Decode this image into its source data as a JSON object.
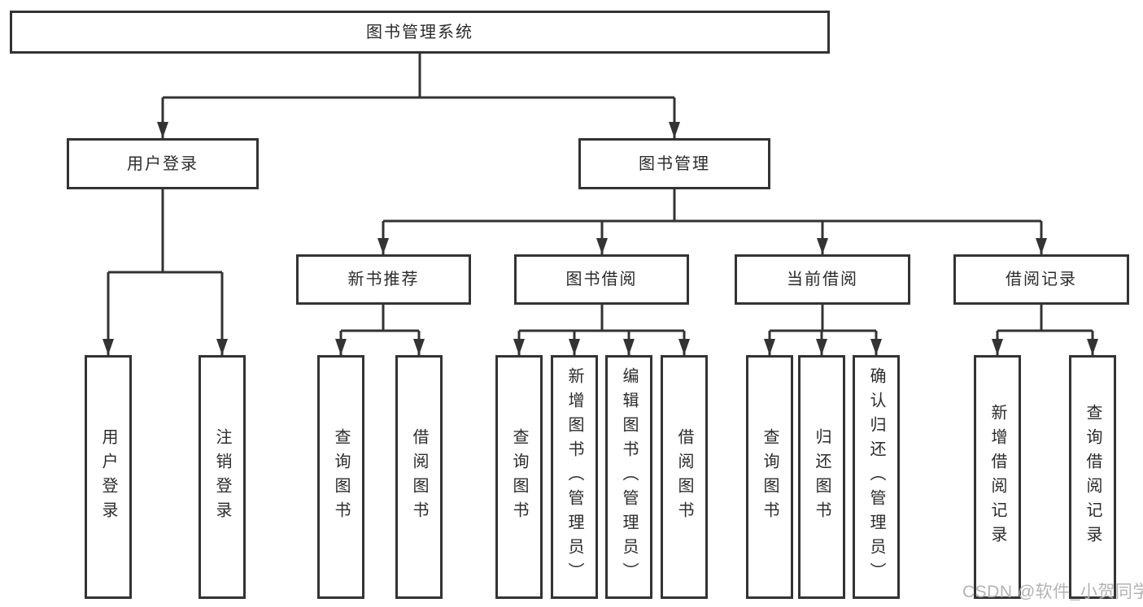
{
  "tree": {
    "label": "图书管理系统",
    "children": [
      {
        "label": "用户登录",
        "children": [
          {
            "label": "用户登录"
          },
          {
            "label": "注销登录"
          }
        ]
      },
      {
        "label": "图书管理",
        "children": [
          {
            "label": "新书推荐",
            "children": [
              {
                "label": "查询图书"
              },
              {
                "label": "借阅图书"
              }
            ]
          },
          {
            "label": "图书借阅",
            "children": [
              {
                "label": "查询图书"
              },
              {
                "label": "新增图书（管理员）"
              },
              {
                "label": "编辑图书（管理员）"
              },
              {
                "label": "借阅图书"
              }
            ]
          },
          {
            "label": "当前借阅",
            "children": [
              {
                "label": "查询图书"
              },
              {
                "label": "归还图书"
              },
              {
                "label": "确认归还（管理员）"
              }
            ]
          },
          {
            "label": "借阅记录",
            "children": [
              {
                "label": "新增借阅记录"
              },
              {
                "label": "查询借阅记录"
              }
            ]
          }
        ]
      }
    ]
  },
  "watermark": "CSDN @软件_小贺同学",
  "colors": {
    "line": "#333333",
    "box_border": "#333333",
    "box_fill": "#ffffff",
    "text": "#2b2b2b",
    "watermark": "#b3b3b3",
    "background": "#ffffff"
  }
}
